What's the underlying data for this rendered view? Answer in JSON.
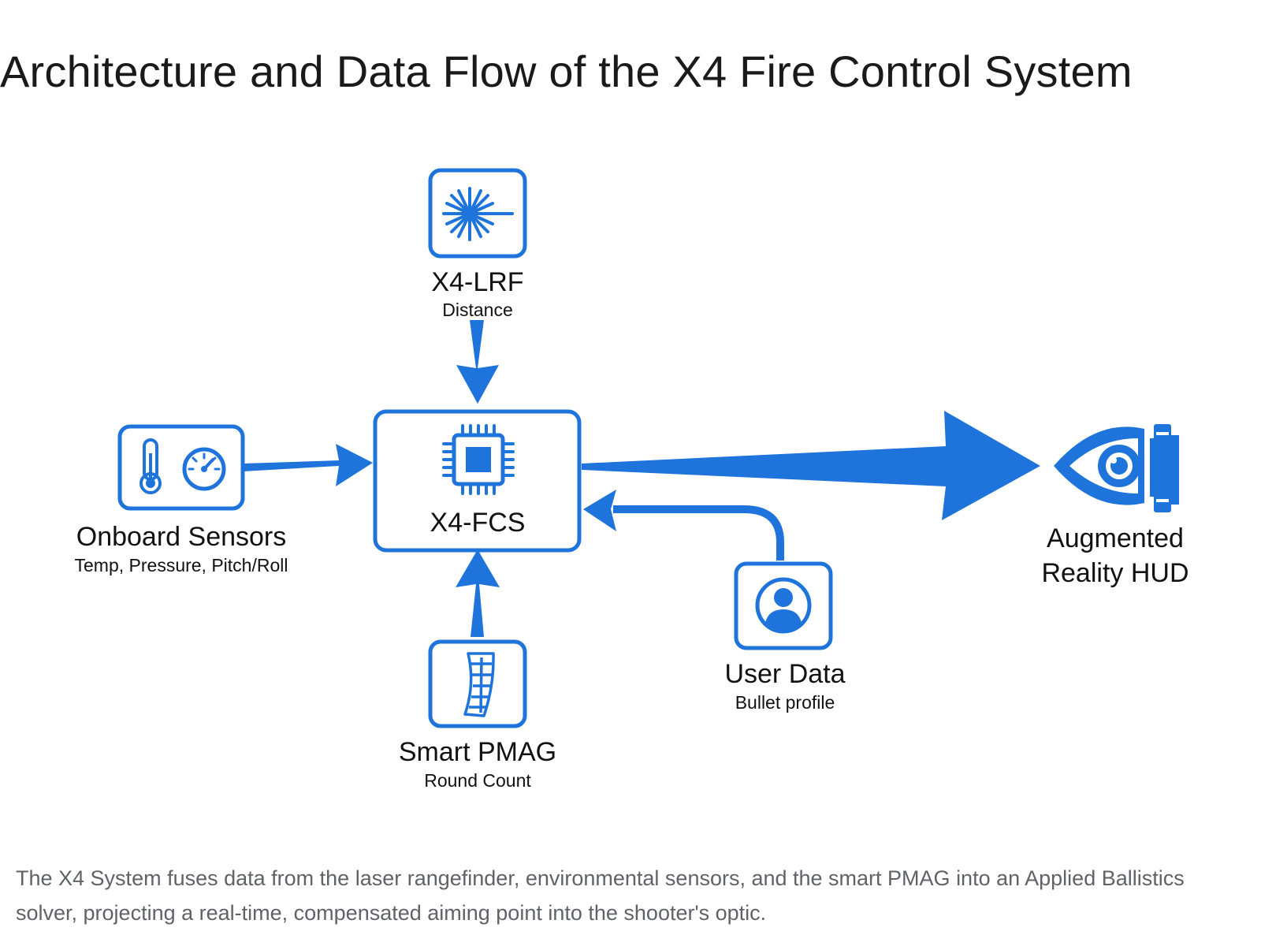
{
  "title": "Architecture and Data Flow of the X4 Fire Control System",
  "colors": {
    "accent": "#1f74dc",
    "text": "#111111",
    "caption": "#5f6368"
  },
  "nodes": {
    "lrf": {
      "name": "X4-LRF",
      "sub": "Distance",
      "icon": "laser-burst-icon"
    },
    "fcs": {
      "name": "X4-FCS",
      "icon": "processor-chip-icon"
    },
    "sensors": {
      "name": "Onboard Sensors",
      "sub": "Temp, Pressure, Pitch/Roll",
      "icons": [
        "thermometer-icon",
        "gauge-icon"
      ]
    },
    "pmag": {
      "name": "Smart PMAG",
      "sub": "Round Count",
      "icon": "magazine-icon"
    },
    "user": {
      "name": "User Data",
      "sub": "Bullet profile",
      "icon": "user-profile-icon"
    },
    "hud": {
      "name_line1": "Augmented",
      "name_line2": "Reality HUD",
      "icon": "eye-scope-icon"
    }
  },
  "edges": [
    {
      "from": "lrf",
      "to": "fcs"
    },
    {
      "from": "sensors",
      "to": "fcs"
    },
    {
      "from": "pmag",
      "to": "fcs"
    },
    {
      "from": "user",
      "to": "fcs"
    },
    {
      "from": "fcs",
      "to": "hud"
    }
  ],
  "caption": "The X4 System fuses data from the laser rangefinder, environmental sensors, and the smart PMAG into an Applied Ballistics solver, projecting a real-time, compensated aiming point into the shooter's optic."
}
